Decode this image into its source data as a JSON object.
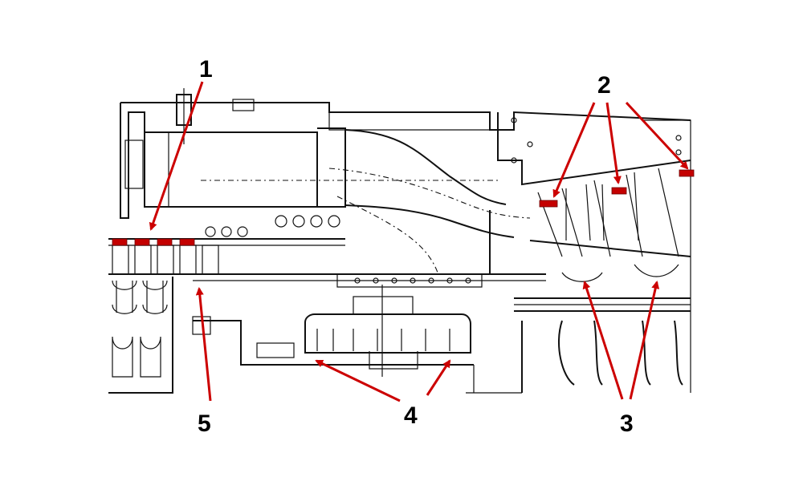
{
  "diagram": {
    "callouts": [
      {
        "id": "1",
        "label": "1"
      },
      {
        "id": "2",
        "label": "2"
      },
      {
        "id": "3",
        "label": "3"
      },
      {
        "id": "4",
        "label": "4"
      },
      {
        "id": "5",
        "label": "5"
      }
    ],
    "colors": {
      "drawing": "#111111",
      "highlight": "#c40000",
      "arrow": "#cc0000",
      "background": "#ffffff"
    }
  }
}
